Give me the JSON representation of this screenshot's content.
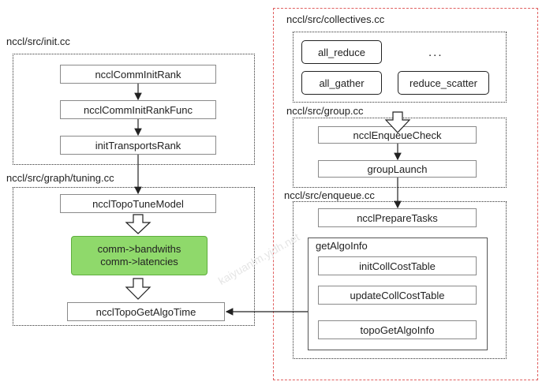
{
  "watermark": "kaiyuanlm.yjdh.net",
  "init": {
    "label": "nccl/src/init.cc",
    "nodes": [
      "ncclCommInitRank",
      "ncclCommInitRankFunc",
      "initTransportsRank"
    ]
  },
  "tuning": {
    "label": "nccl/src/graph/tuning.cc",
    "model": "ncclTopoTuneModel",
    "green_line1": "comm->bandwiths",
    "green_line2": "comm->latencies",
    "get_algo_time": "ncclTopoGetAlgoTime"
  },
  "collectives": {
    "label": "nccl/src/collectives.cc",
    "ops": [
      "all_reduce",
      "...",
      "all_gather",
      "reduce_scatter"
    ]
  },
  "group": {
    "label": "nccl/src/group.cc",
    "nodes": [
      "ncclEnqueueCheck",
      "groupLaunch"
    ]
  },
  "enqueue": {
    "label": "nccl/src/enqueue.cc",
    "prepare": "ncclPrepareTasks",
    "get_algo_info_label": "getAlgoInfo",
    "inner": [
      "initCollCostTable",
      "updateCollCostTable",
      "topoGetAlgoInfo"
    ]
  }
}
